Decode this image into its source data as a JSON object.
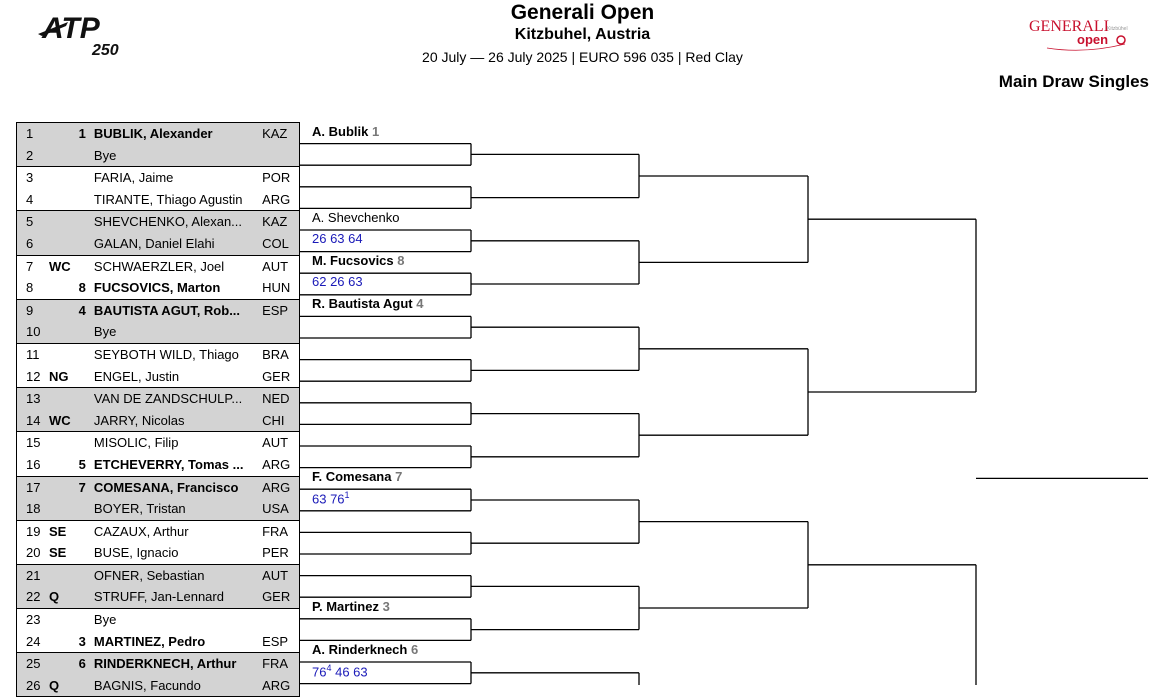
{
  "header": {
    "title": "Generali Open",
    "location": "Kitzbuhel, Austria",
    "info": "20 July — 26 July 2025 | EURO 596 035 | Red Clay",
    "subtitle": "Main Draw Singles",
    "atp_logo_text": "ATP",
    "atp_logo_level": "250",
    "sponsor_logo_text": "GENERALI",
    "sponsor_logo_sub": "open",
    "sponsor_logo_small": "Kitzbühel"
  },
  "draw": [
    {
      "num": "1",
      "tag": "",
      "seed": "1",
      "name": "BUBLIK, Alexander",
      "nat": "KAZ"
    },
    {
      "num": "2",
      "tag": "",
      "seed": "",
      "name": "Bye",
      "nat": ""
    },
    {
      "num": "3",
      "tag": "",
      "seed": "",
      "name": "FARIA, Jaime",
      "nat": "POR"
    },
    {
      "num": "4",
      "tag": "",
      "seed": "",
      "name": "TIRANTE, Thiago Agustin",
      "nat": "ARG"
    },
    {
      "num": "5",
      "tag": "",
      "seed": "",
      "name": "SHEVCHENKO, Alexan...",
      "nat": "KAZ"
    },
    {
      "num": "6",
      "tag": "",
      "seed": "",
      "name": "GALAN, Daniel Elahi",
      "nat": "COL"
    },
    {
      "num": "7",
      "tag": "WC",
      "seed": "",
      "name": "SCHWAERZLER, Joel",
      "nat": "AUT"
    },
    {
      "num": "8",
      "tag": "",
      "seed": "8",
      "name": "FUCSOVICS, Marton",
      "nat": "HUN"
    },
    {
      "num": "9",
      "tag": "",
      "seed": "4",
      "name": "BAUTISTA AGUT, Rob...",
      "nat": "ESP"
    },
    {
      "num": "10",
      "tag": "",
      "seed": "",
      "name": "Bye",
      "nat": ""
    },
    {
      "num": "11",
      "tag": "",
      "seed": "",
      "name": "SEYBOTH WILD, Thiago",
      "nat": "BRA"
    },
    {
      "num": "12",
      "tag": "NG",
      "seed": "",
      "name": "ENGEL, Justin",
      "nat": "GER"
    },
    {
      "num": "13",
      "tag": "",
      "seed": "",
      "name": "VAN DE ZANDSCHULP...",
      "nat": "NED"
    },
    {
      "num": "14",
      "tag": "WC",
      "seed": "",
      "name": "JARRY, Nicolas",
      "nat": "CHI"
    },
    {
      "num": "15",
      "tag": "",
      "seed": "",
      "name": "MISOLIC, Filip",
      "nat": "AUT"
    },
    {
      "num": "16",
      "tag": "",
      "seed": "5",
      "name": "ETCHEVERRY, Tomas ...",
      "nat": "ARG"
    },
    {
      "num": "17",
      "tag": "",
      "seed": "7",
      "name": "COMESANA, Francisco",
      "nat": "ARG"
    },
    {
      "num": "18",
      "tag": "",
      "seed": "",
      "name": "BOYER, Tristan",
      "nat": "USA"
    },
    {
      "num": "19",
      "tag": "SE",
      "seed": "",
      "name": "CAZAUX, Arthur",
      "nat": "FRA"
    },
    {
      "num": "20",
      "tag": "SE",
      "seed": "",
      "name": "BUSE, Ignacio",
      "nat": "PER"
    },
    {
      "num": "21",
      "tag": "",
      "seed": "",
      "name": "OFNER, Sebastian",
      "nat": "AUT"
    },
    {
      "num": "22",
      "tag": "Q",
      "seed": "",
      "name": "STRUFF, Jan-Lennard",
      "nat": "GER"
    },
    {
      "num": "23",
      "tag": "",
      "seed": "",
      "name": "Bye",
      "nat": ""
    },
    {
      "num": "24",
      "tag": "",
      "seed": "3",
      "name": "MARTINEZ, Pedro",
      "nat": "ESP"
    },
    {
      "num": "25",
      "tag": "",
      "seed": "6",
      "name": "RINDERKNECH, Arthur",
      "nat": "FRA"
    },
    {
      "num": "26",
      "tag": "Q",
      "seed": "",
      "name": "BAGNIS, Facundo",
      "nat": "ARG"
    }
  ],
  "r1": [
    {
      "winner": "A. Bublik",
      "seed": "1",
      "score": ""
    },
    {
      "winner": "",
      "seed": "",
      "score": ""
    },
    {
      "winner": "A. Shevchenko",
      "seed": "",
      "score": "26 63 64"
    },
    {
      "winner": "M. Fucsovics",
      "seed": "8",
      "score": "62 26 63"
    },
    {
      "winner": "R. Bautista Agut",
      "seed": "4",
      "score": ""
    },
    {
      "winner": "",
      "seed": "",
      "score": ""
    },
    {
      "winner": "",
      "seed": "",
      "score": ""
    },
    {
      "winner": "",
      "seed": "",
      "score": ""
    },
    {
      "winner": "F. Comesana",
      "seed": "7",
      "score": "63 76<sup>1</sup>"
    },
    {
      "winner": "",
      "seed": "",
      "score": ""
    },
    {
      "winner": "",
      "seed": "",
      "score": ""
    },
    {
      "winner": "P. Martinez",
      "seed": "3",
      "score": ""
    },
    {
      "winner": "A. Rinderknech",
      "seed": "6",
      "score": "76<sup>4</sup> 46 63"
    }
  ]
}
